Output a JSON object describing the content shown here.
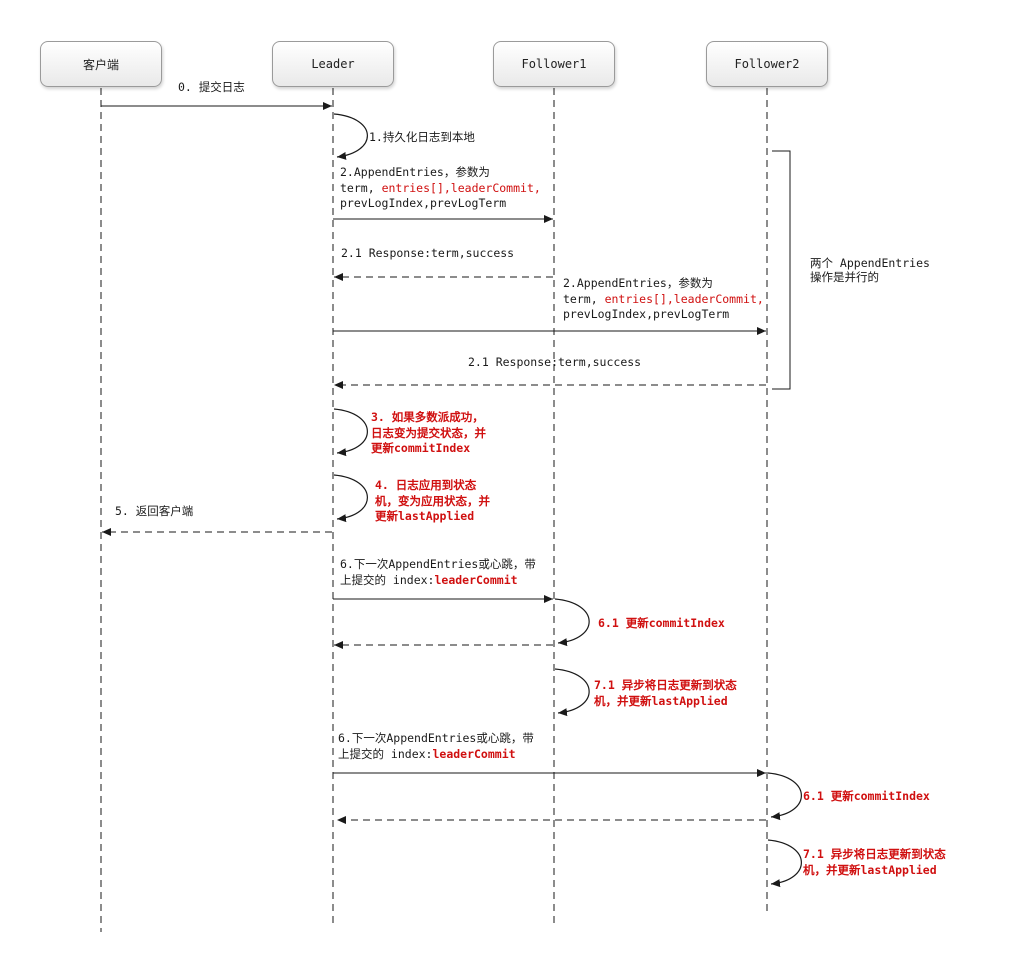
{
  "actors": {
    "client": "客户端",
    "leader": "Leader",
    "follower1": "Follower1",
    "follower2": "Follower2"
  },
  "messages": {
    "m0": "0. 提交日志",
    "m1": "1.持久化日志到本地",
    "m2a_line1": "2.AppendEntries，参数为",
    "m2a_line2_a": "term,",
    "m2a_line2_b": "entries[],leaderCommit,",
    "m2a_line3": "prevLogIndex,prevLogTerm",
    "m21a": "2.1 Response:term,success",
    "m2b_line1": "2.AppendEntries，参数为",
    "m2b_line2_a": "term,",
    "m2b_line2_b": "entries[],leaderCommit,",
    "m2b_line3": "prevLogIndex,prevLogTerm",
    "m21b": "2.1 Response:term,success",
    "parallel_line1": "两个 AppendEntries",
    "parallel_line2": "操作是并行的",
    "n3_line1": "3. 如果多数派成功，",
    "n3_line2": "日志变为提交状态，并",
    "n3_line3": "更新commitIndex",
    "n4_line1": "4. 日志应用到状态",
    "n4_line2": "机，变为应用状态，并",
    "n4_line3": "更新lastApplied",
    "m5": "5. 返回客户端",
    "m6a_line1": "6.下一次AppendEntries或心跳，带",
    "m6a_line2_a": "上提交的 index:",
    "m6a_line2_b": "leaderCommit",
    "n61a": "6.1 更新commitIndex",
    "n71a_line1": "7.1 异步将日志更新到状态",
    "n71a_line2": "机，并更新lastApplied",
    "m6b_line1": "6.下一次AppendEntries或心跳，带",
    "m6b_line2_a": "上提交的 index:",
    "m6b_line2_b": "leaderCommit",
    "n61b": "6.1 更新commitIndex",
    "n71b_line1": "7.1 异步将日志更新到状态",
    "n71b_line2": "机，并更新lastApplied"
  },
  "colors": {
    "line": "#1a1a1a",
    "highlight": "#d01010"
  }
}
